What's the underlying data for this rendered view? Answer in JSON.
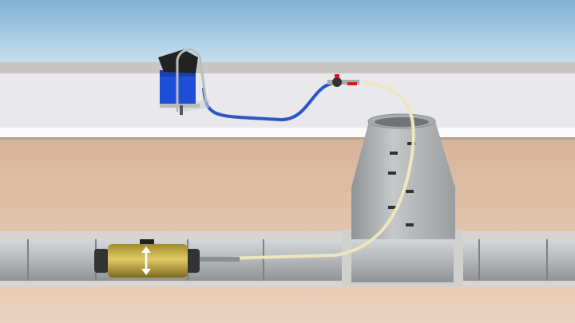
{
  "scene": {
    "colors": {
      "sky_top": "#7db3d6",
      "sky_bottom": "#c9dfee",
      "surface": "#e9e8ec",
      "soil": "#dfc0a6",
      "pipe": "#b9bdbf",
      "pump_body": "#1f4fd8",
      "hose_blue": "#2a56c8",
      "hose_cream": "#ece7bf",
      "liner": "#c9b24a",
      "valve_red": "#e0141e"
    },
    "icons": [
      "pump-unit",
      "valve",
      "manhole",
      "sewer-pipe",
      "inflatable-packer",
      "expansion-arrow"
    ]
  }
}
